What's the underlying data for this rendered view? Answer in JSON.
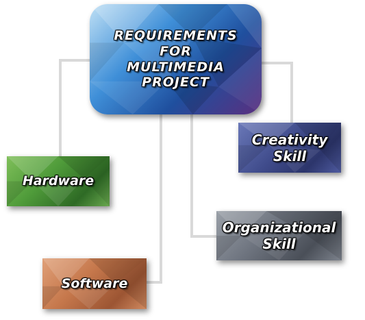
{
  "diagram": {
    "root": {
      "lines": [
        "REQUIREMENTS",
        "FOR",
        "MULTIMEDIA",
        "PROJECT"
      ],
      "color": "#2f6fc2"
    },
    "nodes": {
      "hardware": {
        "lines": [
          "Hardware"
        ],
        "color": "#5a9e42"
      },
      "software": {
        "lines": [
          "Software"
        ],
        "color": "#b96a42"
      },
      "creativity": {
        "lines": [
          "Creativity",
          "Skill"
        ],
        "color": "#3f4b8c"
      },
      "organizational": {
        "lines": [
          "Organizational",
          "Skill"
        ],
        "color": "#6a6f78"
      }
    }
  }
}
